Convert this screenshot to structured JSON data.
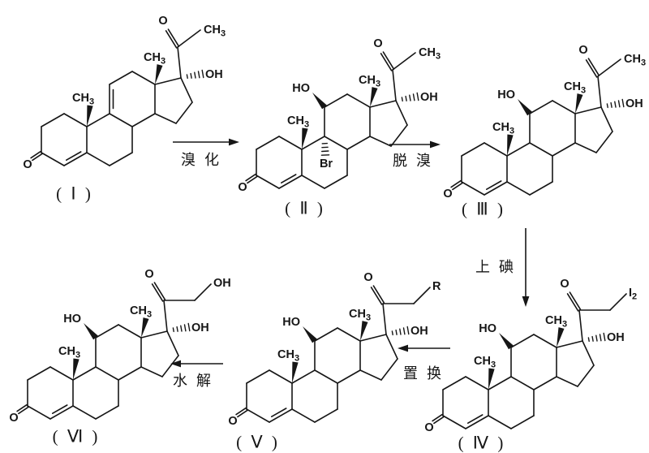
{
  "figure": {
    "type": "chemical-reaction-scheme",
    "background": "#ffffff",
    "ink": "#161616"
  },
  "structures": [
    {
      "id": "I",
      "caption": "( Ⅰ )",
      "chain_extended": false,
      "double_bonds": [
        "C3=O",
        "C4=C5",
        "C9=C11",
        "C20=O"
      ],
      "groups": {
        "ketone3": "O",
        "ketone20": "O",
        "methyl18": {
          "t": "CH",
          "s": "3"
        },
        "methyl19": {
          "t": "CH",
          "s": "3"
        },
        "hydroxy17": "OH",
        "hydroxy11": null,
        "bromo9": null,
        "chain21": {
          "t": "CH",
          "s": "3"
        }
      }
    },
    {
      "id": "II",
      "caption": "( Ⅱ )",
      "chain_extended": false,
      "double_bonds": [
        "C3=O",
        "C4=C5",
        "C20=O"
      ],
      "groups": {
        "ketone3": "O",
        "ketone20": "O",
        "methyl18": {
          "t": "CH",
          "s": "3"
        },
        "methyl19": {
          "t": "CH",
          "s": "3"
        },
        "hydroxy17": "OH",
        "hydroxy11": "HO",
        "bromo9": "Br",
        "chain21": {
          "t": "CH",
          "s": "3"
        }
      }
    },
    {
      "id": "III",
      "caption": "( Ⅲ )",
      "chain_extended": false,
      "double_bonds": [
        "C3=O",
        "C4=C5",
        "C20=O"
      ],
      "groups": {
        "ketone3": "O",
        "ketone20": "O",
        "methyl18": {
          "t": "CH",
          "s": "3"
        },
        "methyl19": {
          "t": "CH",
          "s": "3"
        },
        "hydroxy17": "OH",
        "hydroxy11": "HO",
        "bromo9": null,
        "chain21": {
          "t": "CH",
          "s": "3"
        }
      }
    },
    {
      "id": "IV",
      "caption": "( Ⅳ )",
      "chain_extended": true,
      "double_bonds": [
        "C3=O",
        "C4=C5",
        "C20=O"
      ],
      "groups": {
        "ketone3": "O",
        "ketone20": "O",
        "methyl18": {
          "t": "CH",
          "s": "3"
        },
        "methyl19": {
          "t": "CH",
          "s": "3"
        },
        "hydroxy17": "OH",
        "hydroxy11": "HO",
        "bromo9": null,
        "chain21": {
          "t": "I",
          "s": "2"
        }
      }
    },
    {
      "id": "V",
      "caption": "( Ⅴ )",
      "chain_extended": true,
      "double_bonds": [
        "C3=O",
        "C4=C5",
        "C20=O"
      ],
      "groups": {
        "ketone3": "O",
        "ketone20": "O",
        "methyl18": {
          "t": "CH",
          "s": "3"
        },
        "methyl19": {
          "t": "CH",
          "s": "3"
        },
        "hydroxy17": "OH",
        "hydroxy11": "HO",
        "bromo9": null,
        "chain21": {
          "t": "R"
        }
      }
    },
    {
      "id": "VI",
      "caption": "( Ⅵ )",
      "chain_extended": true,
      "double_bonds": [
        "C3=O",
        "C4=C5",
        "C20=O"
      ],
      "groups": {
        "ketone3": "O",
        "ketone20": "O",
        "methyl18": {
          "t": "CH",
          "s": "3"
        },
        "methyl19": {
          "t": "CH",
          "s": "3"
        },
        "hydroxy17": "OH",
        "hydroxy11": "HO",
        "bromo9": null,
        "chain21": {
          "t": "OH"
        }
      }
    }
  ],
  "reactions": [
    {
      "id": "bromination",
      "label": "溴 化",
      "from": "I",
      "to": "II",
      "direction": "right"
    },
    {
      "id": "debromination",
      "label": "脱 溴",
      "from": "II",
      "to": "III",
      "direction": "right"
    },
    {
      "id": "iodination",
      "label": "上 碘",
      "from": "III",
      "to": "IV",
      "direction": "down"
    },
    {
      "id": "substitution",
      "label": "置 换",
      "from": "IV",
      "to": "V",
      "direction": "left"
    },
    {
      "id": "hydrolysis",
      "label": "水 解",
      "from": "V",
      "to": "VI",
      "direction": "left"
    }
  ]
}
